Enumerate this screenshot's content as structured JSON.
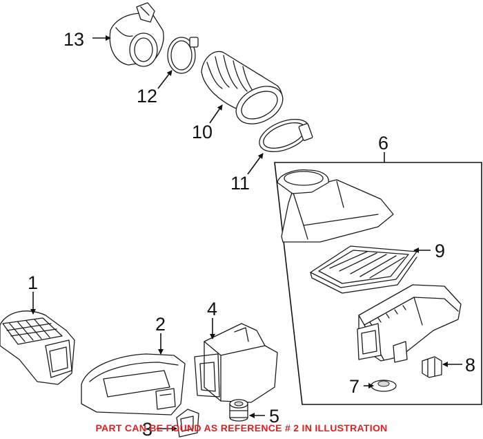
{
  "callouts": {
    "c1": "1",
    "c2": "2",
    "c3": "3",
    "c4": "4",
    "c5": "5",
    "c6": "6",
    "c7": "7",
    "c8": "8",
    "c9": "9",
    "c10": "10",
    "c11": "11",
    "c12": "12",
    "c13": "13"
  },
  "note": "PART CAN BE FOUND AS REFERENCE # 2 IN ILLUSTRATION",
  "colors": {
    "note": "#e02020",
    "line": "#1a1a1a"
  }
}
